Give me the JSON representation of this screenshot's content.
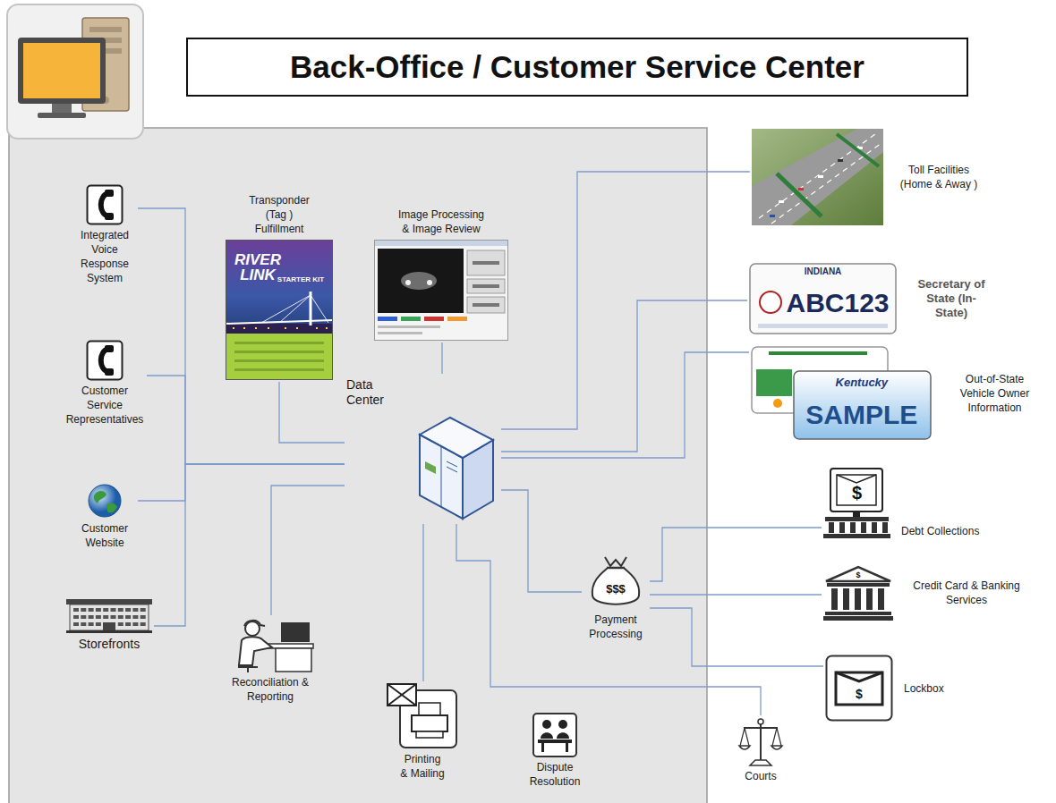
{
  "diagram": {
    "title": "Back-Office / Customer Service Center",
    "nodes": [
      {
        "text": [
          "Integrated Voice Response System"
        ]
      },
      {
        "text": [
          "Transponder (Tag ) Fulfillment"
        ]
      },
      {
        "text": [
          "Image Processing & Image Review"
        ]
      },
      {
        "text": [
          "Customer Service Representatives"
        ]
      },
      {
        "text": [
          "Data Center"
        ]
      },
      {
        "text": [
          "Toll Facilities (Home & Away )"
        ]
      },
      {
        "text": [
          "Secretary of State (In-State)"
        ]
      },
      {
        "text": [
          "Out-of-State Vehicle Owner Information"
        ]
      },
      {
        "text": [
          "Customer Website"
        ]
      },
      {
        "text": [
          "Storefronts"
        ]
      },
      {
        "text": [
          "Debt Collections"
        ]
      },
      {
        "text": [
          "Credit Card & Banking Services"
        ]
      },
      {
        "text": [
          "Reconciliation & Reporting"
        ]
      },
      {
        "text": [
          "Payment Processing"
        ]
      },
      {
        "text": [
          "Lockbox"
        ]
      },
      {
        "text": [
          "Printing & Mailing"
        ]
      },
      {
        "text": [
          "Dispute Resolution"
        ]
      },
      {
        "text": [
          "Courts"
        ]
      }
    ],
    "edges": [
      {
        "from": 0,
        "to": 4,
        "arrow": "none"
      },
      {
        "from": 3,
        "to": 4,
        "arrow": "none"
      },
      {
        "from": 8,
        "to": 4,
        "arrow": "none"
      },
      {
        "from": 9,
        "to": 4,
        "arrow": "none"
      },
      {
        "from": 1,
        "to": 4,
        "arrow": "none"
      },
      {
        "from": 2,
        "to": 4,
        "arrow": "none"
      },
      {
        "from": 4,
        "to": 5,
        "arrow": "none"
      },
      {
        "from": 4,
        "to": 6,
        "arrow": "none"
      },
      {
        "from": 4,
        "to": 7,
        "arrow": "none"
      },
      {
        "from": 4,
        "to": 12,
        "arrow": "none"
      },
      {
        "from": 4,
        "to": 15,
        "arrow": "none"
      },
      {
        "from": 4,
        "to": 13,
        "arrow": "none"
      },
      {
        "from": 4,
        "to": 17,
        "arrow": "none"
      },
      {
        "from": 13,
        "to": 10,
        "arrow": "none"
      },
      {
        "from": 13,
        "to": 11,
        "arrow": "none"
      },
      {
        "from": 13,
        "to": 14,
        "arrow": "none"
      }
    ],
    "labels": [
      "RIVER LINK",
      "STARTER KIT",
      "INDIANA",
      "ABC123",
      "Kentucky",
      "SAMPLE",
      "$$$",
      "$",
      "$",
      "$"
    ]
  }
}
